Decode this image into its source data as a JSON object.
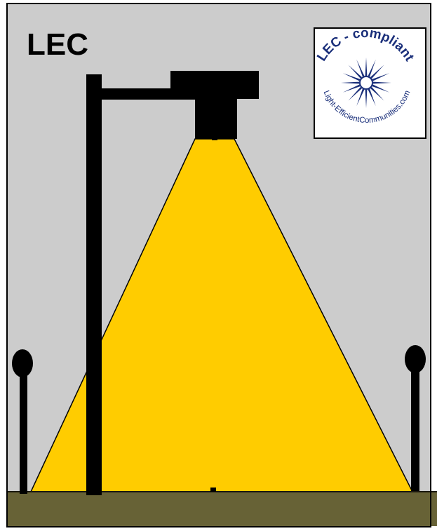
{
  "title": "LEC",
  "badge": {
    "top_text": "LEC - compliant",
    "bottom_text": "Light-EfficientCommunities.com",
    "color": "#1a2f7a"
  },
  "colors": {
    "background": "#cccccc",
    "ground": "#676236",
    "light_cone": "#ffcc00",
    "fixture": "#000000",
    "frame": "#000000"
  }
}
